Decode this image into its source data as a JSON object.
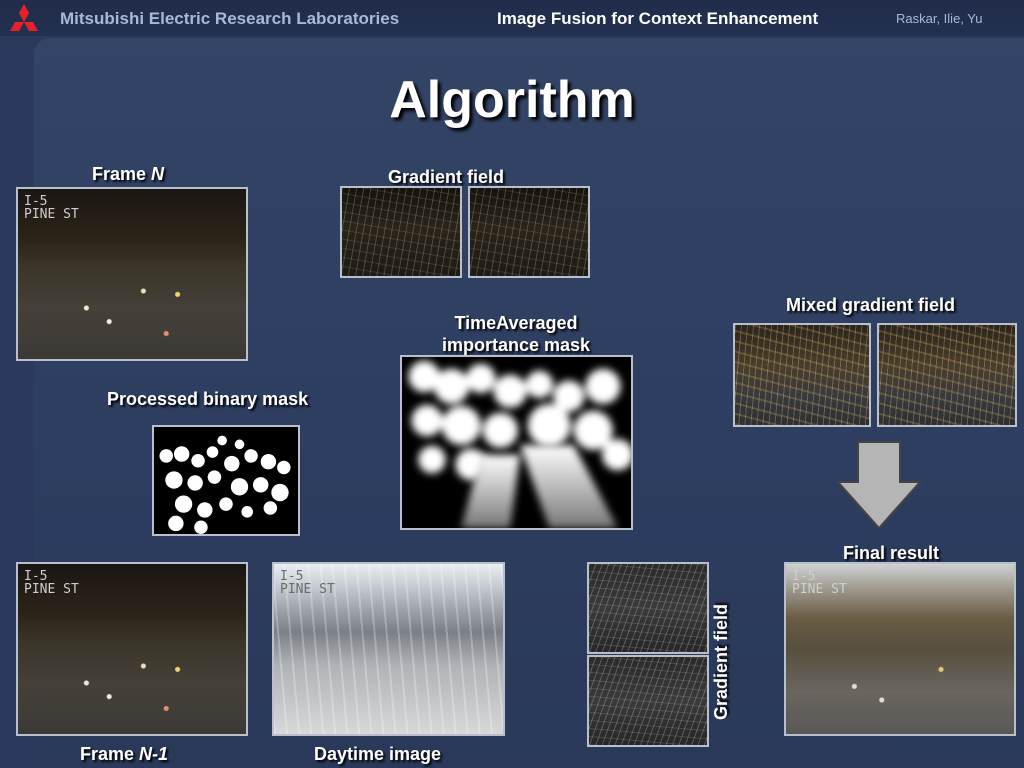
{
  "header": {
    "lab_name": "Mitsubishi Electric Research Laboratories",
    "talk_title": "Image Fusion for Context Enhancement",
    "authors": "Raskar, Ilie, Yu",
    "logo_color": "#e8202a"
  },
  "slide": {
    "title": "Algorithm",
    "labels": {
      "frame_n_prefix": "Frame ",
      "frame_n_italic": "N",
      "gradient_field_top": "Gradient field",
      "mixed_gradient_field": "Mixed gradient field",
      "time_averaged_line1": "TimeAveraged",
      "time_averaged_line2": "importance mask",
      "processed_binary_mask": "Processed binary mask",
      "final_result": "Final result",
      "frame_n1_prefix": "Frame ",
      "frame_n1_italic": "N-1",
      "daytime_image": "Daytime image",
      "gradient_field_vertical": "Gradient field"
    },
    "camera_overlay_line1": "I-5",
    "camera_overlay_line2": "PINE ST"
  },
  "colors": {
    "background": "#2b3a5c",
    "panel": "#334466",
    "label_text": "#ffffff",
    "arrow_fill": "#b5b5b5"
  }
}
